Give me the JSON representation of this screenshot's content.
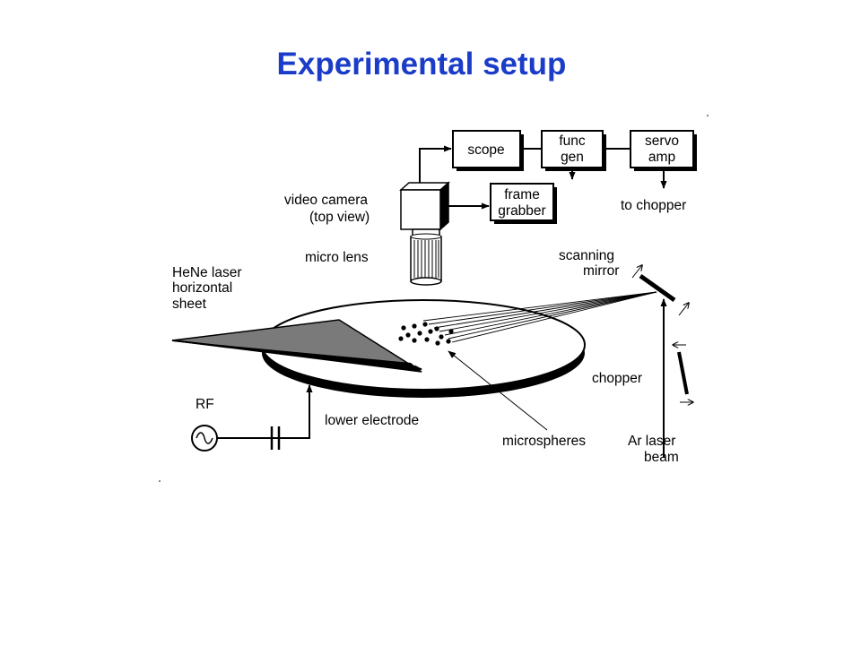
{
  "title": "Experimental setup",
  "boxes": {
    "scope": [
      "scope"
    ],
    "func_gen": [
      "func",
      "gen"
    ],
    "servo_amp": [
      "servo",
      "amp"
    ],
    "frame_grabber": [
      "frame",
      "grabber"
    ]
  },
  "labels": {
    "video_camera": [
      "video camera",
      "(top view)"
    ],
    "micro_lens": "micro lens",
    "to_chopper": "to chopper",
    "scanning_mirror": [
      "scanning",
      "mirror"
    ],
    "hene_laser": [
      "HeNe laser",
      "horizontal",
      "sheet"
    ],
    "rf": "RF",
    "lower_electrode": "lower electrode",
    "microspheres": "microspheres",
    "chopper": "chopper",
    "ar_laser": [
      "Ar laser",
      "beam"
    ]
  }
}
